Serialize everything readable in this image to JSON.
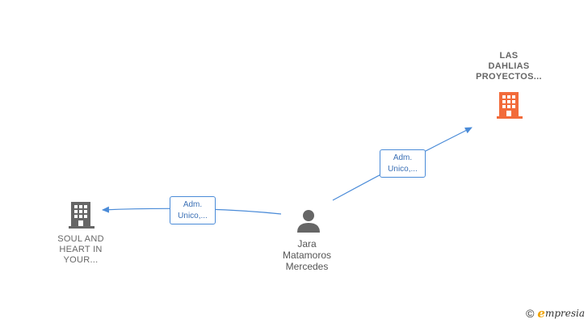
{
  "nodes": {
    "company_top": {
      "lines": [
        "LAS",
        "DAHLIAS",
        "PROYECTOS..."
      ],
      "icon": "building-icon",
      "color": "#f26b3a"
    },
    "company_left": {
      "lines": [
        "SOUL AND",
        "HEART IN",
        "YOUR..."
      ],
      "icon": "building-icon",
      "color": "#666666"
    },
    "person": {
      "lines": [
        "Jara",
        "Matamoros",
        "Mercedes"
      ],
      "icon": "person-icon",
      "color": "#666666"
    }
  },
  "edges": {
    "to_top": {
      "lines": [
        "Adm.",
        "Unico,..."
      ]
    },
    "to_left": {
      "lines": [
        "Adm.",
        "Unico,..."
      ]
    }
  },
  "colors": {
    "edge": "#4a8bd8"
  },
  "watermark": {
    "copyright": "©",
    "brand_initial": "e",
    "brand_rest": "mpresia"
  }
}
